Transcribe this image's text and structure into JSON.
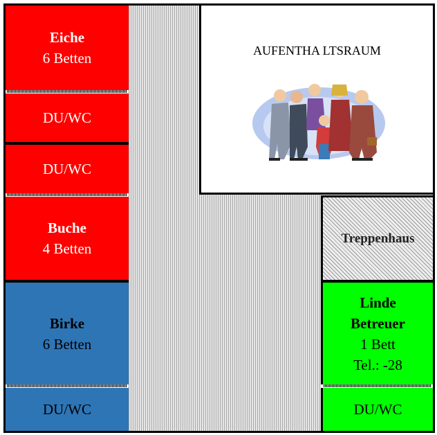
{
  "rooms": {
    "eiche": {
      "name": "Eiche",
      "beds": "6 Betten"
    },
    "eiche_bath": "DU/WC",
    "buche_bath": "DU/WC",
    "buche": {
      "name": "Buche",
      "beds": "4 Betten"
    },
    "birke": {
      "name": "Birke",
      "beds": "6 Betten"
    },
    "birke_bath": "DU/WC",
    "stair": "Treppenhaus",
    "linde": {
      "name": "Linde",
      "role": "Betreuer",
      "beds": "1 Bett",
      "phone": "Tel.: -28"
    },
    "linde_bath": "DU/WC"
  },
  "lounge": {
    "title": "AUFENTHA LTSRAUM",
    "image": "group-of-people-clipart"
  },
  "colors": {
    "red": "#ff0000",
    "blue": "#2e75b6",
    "green": "#00ff00"
  }
}
